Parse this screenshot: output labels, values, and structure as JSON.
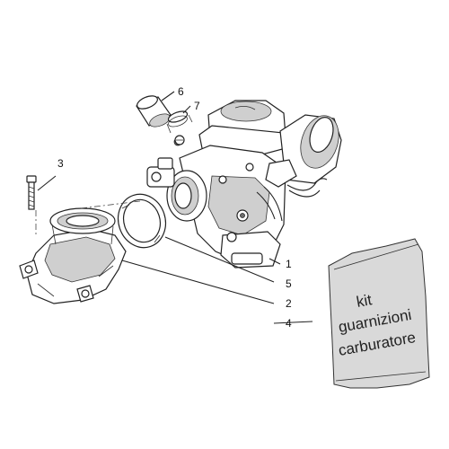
{
  "callouts": {
    "c1": "1",
    "c2": "2",
    "c3": "3",
    "c4": "4",
    "c5": "5",
    "c6": "6",
    "c7": "7"
  },
  "kit_bag": {
    "line1": "kit",
    "line2": "guarnizioni",
    "line3": "carburatore"
  }
}
